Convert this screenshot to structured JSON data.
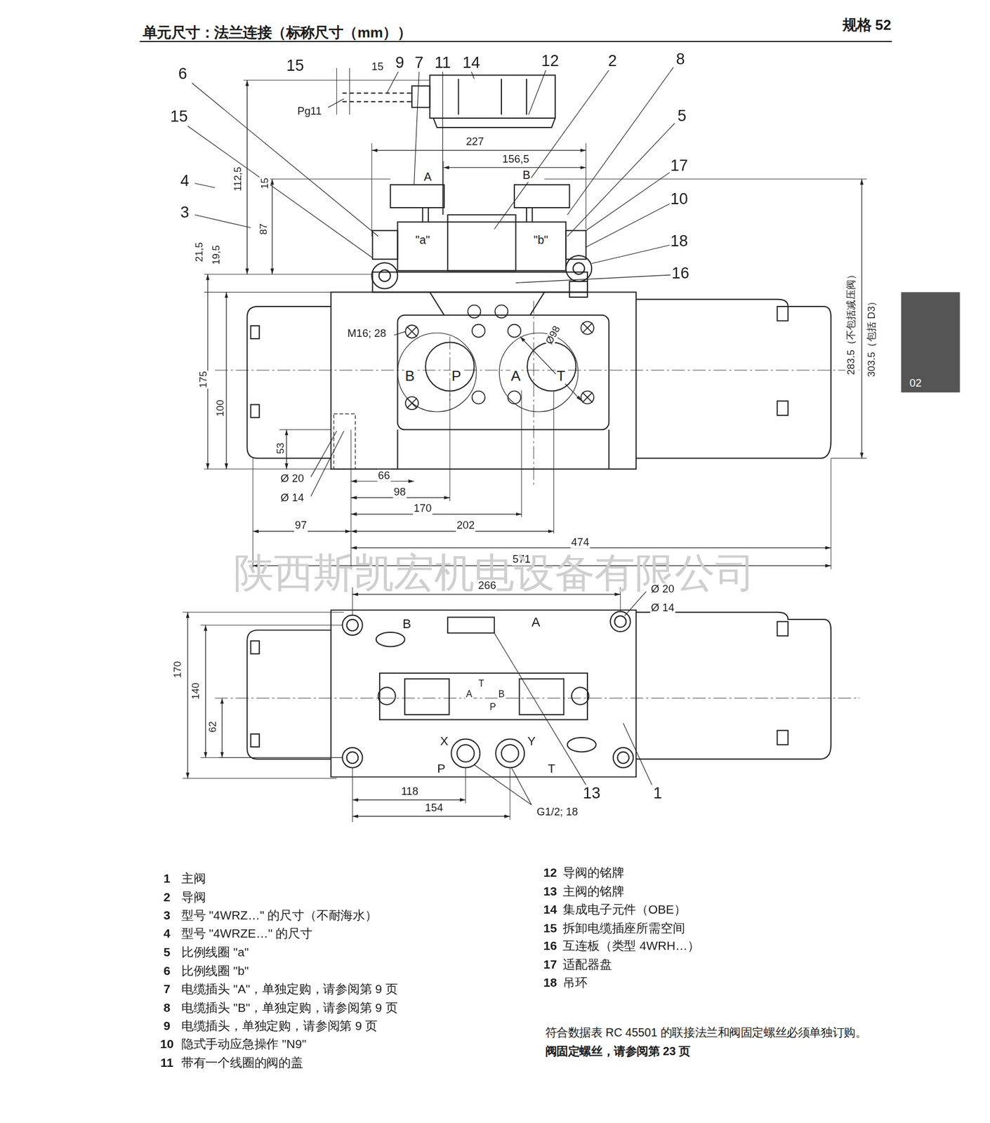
{
  "diagram": {
    "title": "单元尺寸：法兰连接（标称尺寸（mm））",
    "labels": [
      "规格 52",
      "15",
      "15",
      "9",
      "7",
      "11",
      "14",
      "12",
      "2",
      "8",
      "6",
      "Pg11",
      "15",
      "5",
      "227",
      "156,5",
      "15",
      "17",
      "4",
      "112,5",
      "A",
      "B",
      "10",
      "3",
      "87",
      "\"a\"",
      "\"b\"",
      "18",
      "21,5",
      "19,5",
      "16",
      "M16; 28",
      "Ø98",
      "B",
      "P",
      "A",
      "T",
      "175",
      "100",
      "53",
      "Ø 20",
      "66",
      "98",
      "Ø 14",
      "170",
      "202",
      "97",
      "474",
      "571",
      "283.5（不包括减压阀）",
      "303.5（包括 D3）",
      "02",
      "陕西斯凯宏机电设备有限公司",
      "266",
      "Ø 20",
      "Ø 14",
      "B",
      "A",
      "170",
      "140",
      "T",
      "A",
      "B",
      "P",
      "62",
      "X",
      "Y",
      "P",
      "T",
      "118",
      "13",
      "1",
      "154",
      "G1/2; 18",
      "1",
      "主阀",
      "2",
      "导阀",
      "3",
      "型号 \"4WRZ…\" 的尺寸（不耐海水）",
      "4",
      "型号 \"4WRZE…\" 的尺寸",
      "5",
      "比例线圈 \"a\"",
      "6",
      "比例线圈 \"b\"",
      "7",
      "电缆插头 \"A\"，单独定购，请参阅第 9 页",
      "8",
      "电缆插头 \"B\"，单独定购，请参阅第 9 页",
      "9",
      "电缆插头，单独定购，请参阅第 9 页",
      "10",
      "隐式手动应急操作 \"N9\"",
      "11",
      "带有一个线圈的阀的盖",
      "12",
      "导阀的铭牌",
      "13",
      "主阀的铭牌",
      "14",
      "集成电子元件（OBE）",
      "15",
      "拆卸电缆插座所需空间",
      "16",
      "互连板（类型 4WRH…）",
      "17",
      "适配器盘",
      "18",
      "吊环",
      "符合数据表 RC 45501 的联接法兰和阀固定螺丝必须单独订购。",
      "阀固定螺丝，请参阅第 23 页"
    ]
  }
}
